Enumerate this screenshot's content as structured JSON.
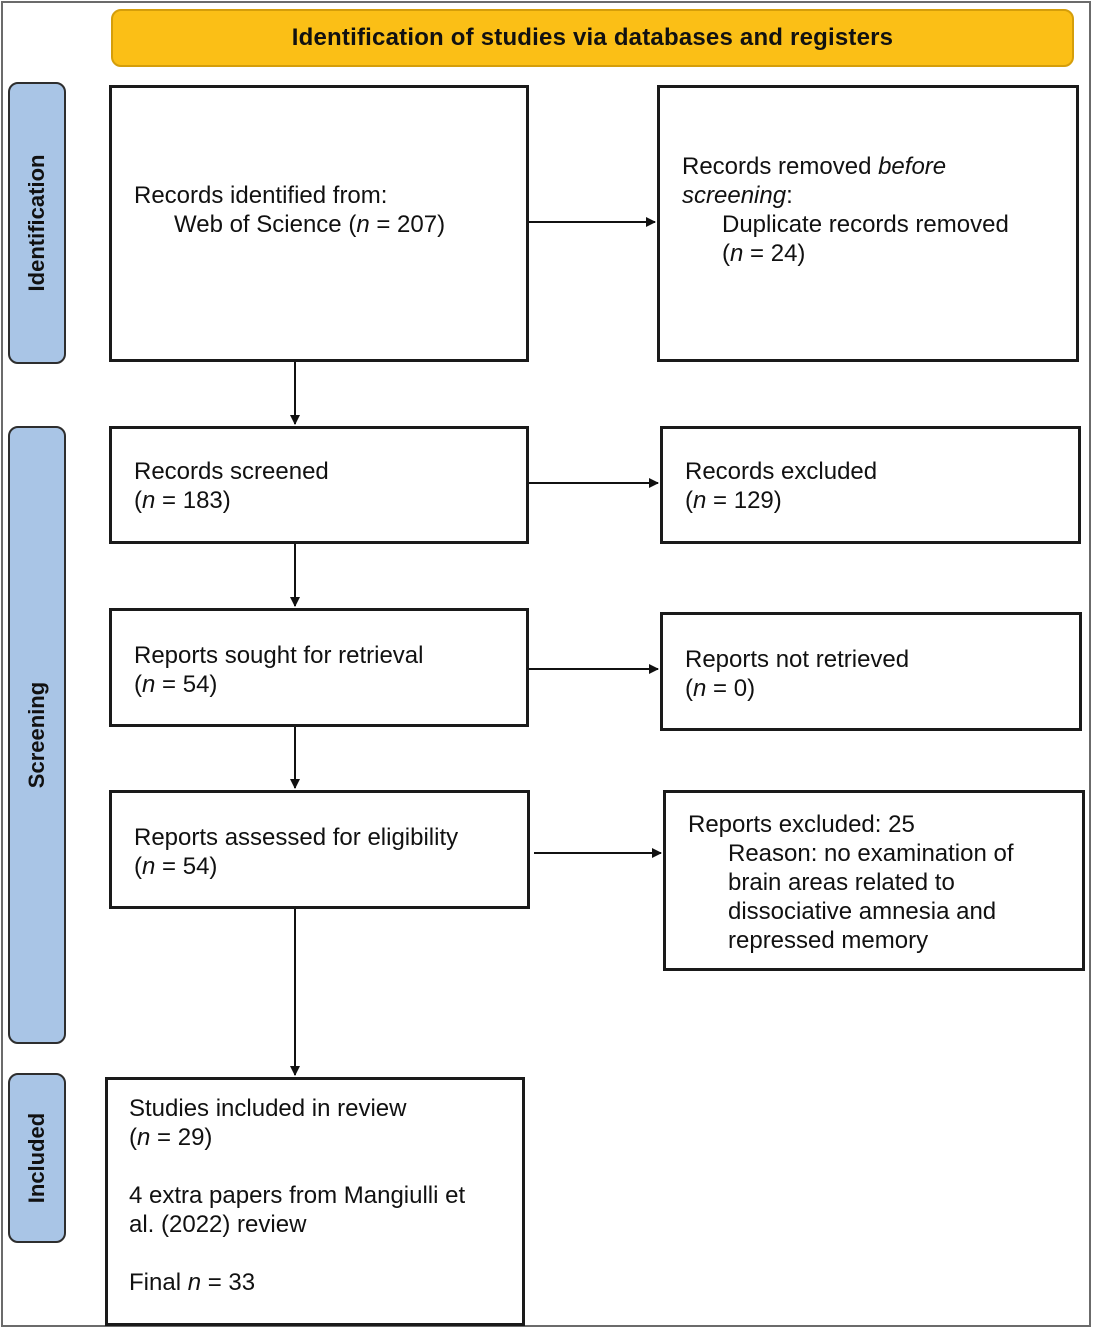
{
  "header": {
    "title": "Identification of studies via databases and registers"
  },
  "phases": {
    "identification": "Identification",
    "screening": "Screening",
    "included": "Included"
  },
  "boxes": {
    "identified": {
      "line1": "Records identified from:",
      "source": "Web of Science",
      "n": "207"
    },
    "removed": {
      "line1_a": "Records removed ",
      "line1_b": "before",
      "line2_b": "screening",
      "line2_c": ":",
      "line3": "Duplicate records removed",
      "n": "24"
    },
    "screened": {
      "label": "Records screened",
      "n": "183"
    },
    "excluded": {
      "label": "Records excluded",
      "n": "129"
    },
    "sought": {
      "label": "Reports sought for retrieval",
      "n": "54"
    },
    "not_retrieved": {
      "label": "Reports not retrieved",
      "n": "0"
    },
    "assessed": {
      "label": "Reports assessed for eligibility",
      "n": "54"
    },
    "reports_excluded": {
      "label": "Reports excluded: 25",
      "reason": [
        "Reason: no examination of",
        "brain areas related to",
        "dissociative amnesia and",
        "repressed memory"
      ]
    },
    "included": {
      "label": "Studies included in review",
      "n": "29",
      "extra_line1": "4 extra papers from Mangiulli et",
      "extra_line2": "al. (2022) review",
      "final_label": "Final ",
      "final_n": "33"
    }
  },
  "colors": {
    "header_fill": "#fbbf16",
    "phase_fill": "#a9c5e6",
    "box_border": "#1a1a1a"
  }
}
